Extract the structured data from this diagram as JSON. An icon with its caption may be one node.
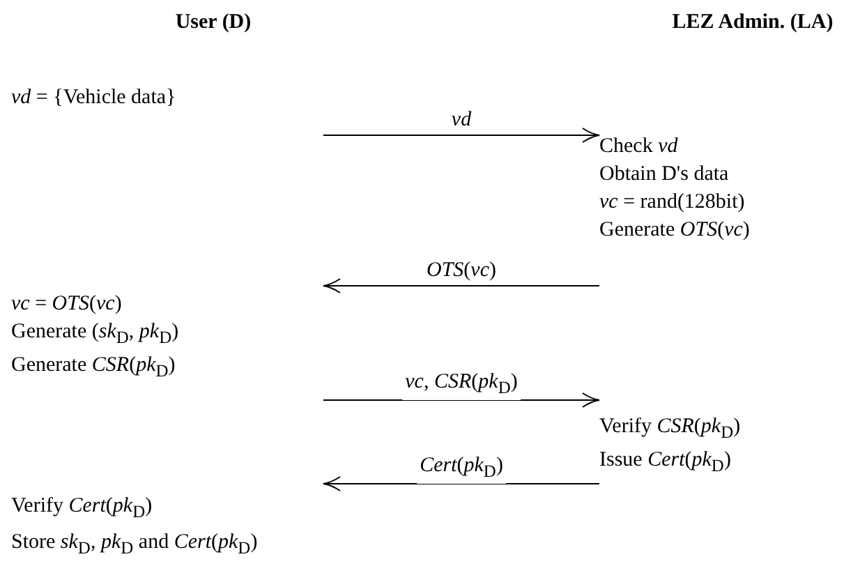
{
  "diagram": {
    "nodes": [
      {
        "text": [
          "User (D)"
        ]
      },
      {
        "text": [
          "LEZ Admin. (LA)"
        ]
      },
      {
        "text": [
          "*vd* = {Vehicle data}"
        ],
        "in": 0
      },
      {
        "text": [
          "Check *vd*",
          "Obtain D's data",
          "*vc* = rand(128bit)",
          "Generate *OTS*(*vc*)"
        ],
        "in": 1
      },
      {
        "text": [
          "*vc* = *OTS*(*vc*)",
          "Generate (*sk*$_{D}$, *pk*$_{D}$)",
          "Generate *CSR*(*pk*$_{D}$)"
        ],
        "in": 0
      },
      {
        "text": [
          "Verify *CSR*(*pk*$_{D}$)",
          "Issue *Cert*(*pk*$_{D}$)"
        ],
        "in": 1
      },
      {
        "text": [
          "Verify *Cert*(*pk*$_{D}$)",
          "Store *sk*$_{D}$, *pk*$_{D}$ and *Cert*(*pk*$_{D}$)"
        ],
        "in": 0
      }
    ],
    "edges": [
      {
        "from": 0,
        "to": 1,
        "arrow": "to",
        "label": "*vd*"
      },
      {
        "from": 1,
        "to": 0,
        "arrow": "to",
        "label": "*OTS*(*vc*)"
      },
      {
        "from": 0,
        "to": 1,
        "arrow": "to",
        "label": "*vc*, *CSR*(*pk*$_{D}$)"
      },
      {
        "from": 1,
        "to": 0,
        "arrow": "to",
        "label": "*Cert*(*pk*$_{D}$)"
      }
    ]
  }
}
